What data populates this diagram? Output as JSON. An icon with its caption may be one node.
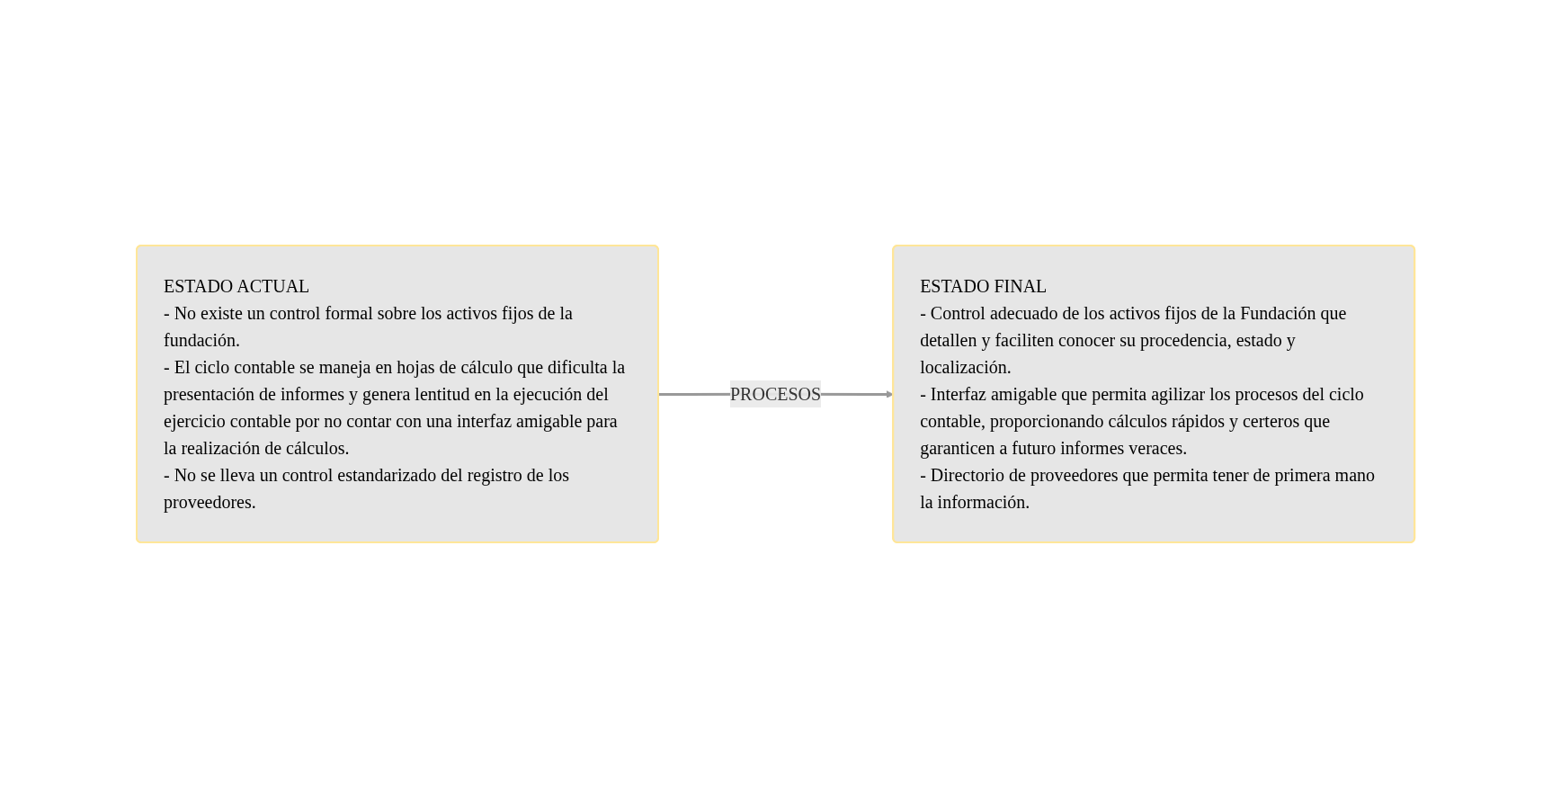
{
  "diagram": {
    "nodes": [
      {
        "text": [
          "ESTADO ACTUAL",
          "- No existe un control formal sobre los activos fijos de la fundación.",
          "- El ciclo contable se maneja en hojas de cálculo que dificulta la presentación de informes y genera lentitud en la ejecución del ejercicio contable por no contar con una interfaz amigable para la realización de cálculos.",
          "- No se lleva un control estandarizado del registro de los proveedores."
        ]
      },
      {
        "text": [
          "ESTADO FINAL",
          "- Control adecuado de los activos fijos de la Fundación que detallen y faciliten conocer su procedencia, estado y localización.",
          "- Interfaz amigable que permita agilizar los procesos del ciclo contable, proporcionando cálculos rápidos y certeros que garanticen a futuro informes veraces.",
          "- Directorio de proveedores que permita tener de primera mano la información."
        ]
      }
    ],
    "edges": [
      {
        "from": 0,
        "to": 1,
        "arrow": "to",
        "label": "PROCESOS"
      }
    ]
  }
}
